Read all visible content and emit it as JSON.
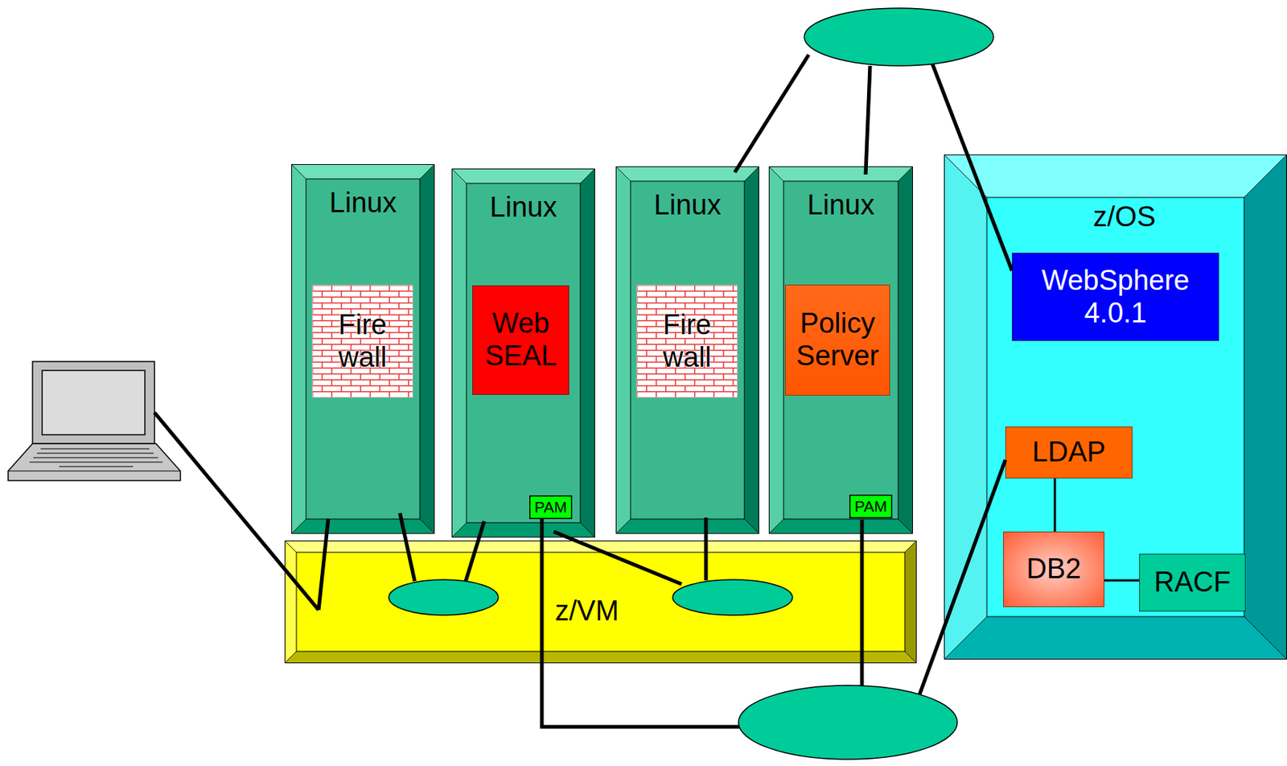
{
  "diagram": {
    "nodes": [
      {
        "text": [
          "Linux"
        ]
      },
      {
        "text": [
          "Fire wall"
        ],
        "in": 0
      },
      {
        "text": [
          "Linux"
        ]
      },
      {
        "text": [
          "Web SEAL"
        ],
        "in": 2
      },
      {
        "text": [
          "PAM"
        ],
        "in": 2
      },
      {
        "text": [
          "Linux"
        ]
      },
      {
        "text": [
          "Fire wall"
        ],
        "in": 5
      },
      {
        "text": [
          "Linux"
        ]
      },
      {
        "text": [
          "Policy Server"
        ],
        "in": 7
      },
      {
        "text": [
          "PAM"
        ],
        "in": 7
      },
      {
        "text": [
          "z/VM"
        ]
      },
      {
        "text": [
          "z/OS"
        ]
      },
      {
        "text": [
          "WebSphere 4.0.1"
        ],
        "in": 11
      },
      {
        "text": [
          "LDAP"
        ],
        "in": 11
      },
      {
        "text": [
          "DB2"
        ],
        "in": 11
      },
      {
        "text": [
          "RACF"
        ],
        "in": 11
      }
    ],
    "edges": [
      {
        "from": 13,
        "to": 14,
        "arrow": "none"
      },
      {
        "from": 14,
        "to": 15,
        "arrow": "none"
      }
    ]
  }
}
